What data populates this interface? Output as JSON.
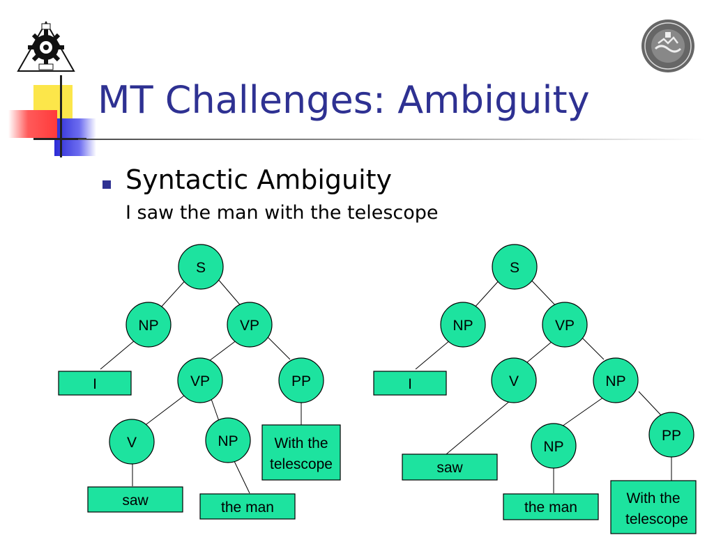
{
  "slide": {
    "title": "MT Challenges: Ambiguity",
    "bullet_heading": "Syntactic Ambiguity",
    "bullet_subtext": "I saw the man with the telescope"
  },
  "colors": {
    "title": "#2e3192",
    "node_fill": "#1de39f",
    "accent_yellow": "#fce64a",
    "accent_blue": "#2b2bd6",
    "accent_red": "#ff3a3a"
  },
  "icons": {
    "left_logo": "gear-emblem-icon",
    "right_logo": "university-seal-icon"
  },
  "trees": {
    "left": {
      "labels": {
        "S": "S",
        "NP1": "NP",
        "VP1": "VP",
        "I": "I",
        "VP2": "VP",
        "PP": "PP",
        "V": "V",
        "NP2": "NP",
        "saw": "saw",
        "the_man": "the man",
        "with_the": "With the",
        "telescope": "telescope"
      }
    },
    "right": {
      "labels": {
        "S": "S",
        "NP1": "NP",
        "VP1": "VP",
        "I": "I",
        "V": "V",
        "NP2": "NP",
        "saw": "saw",
        "NP3": "NP",
        "PP": "PP",
        "the_man": "the man",
        "with_the": "With the",
        "telescope": "telescope"
      }
    }
  }
}
